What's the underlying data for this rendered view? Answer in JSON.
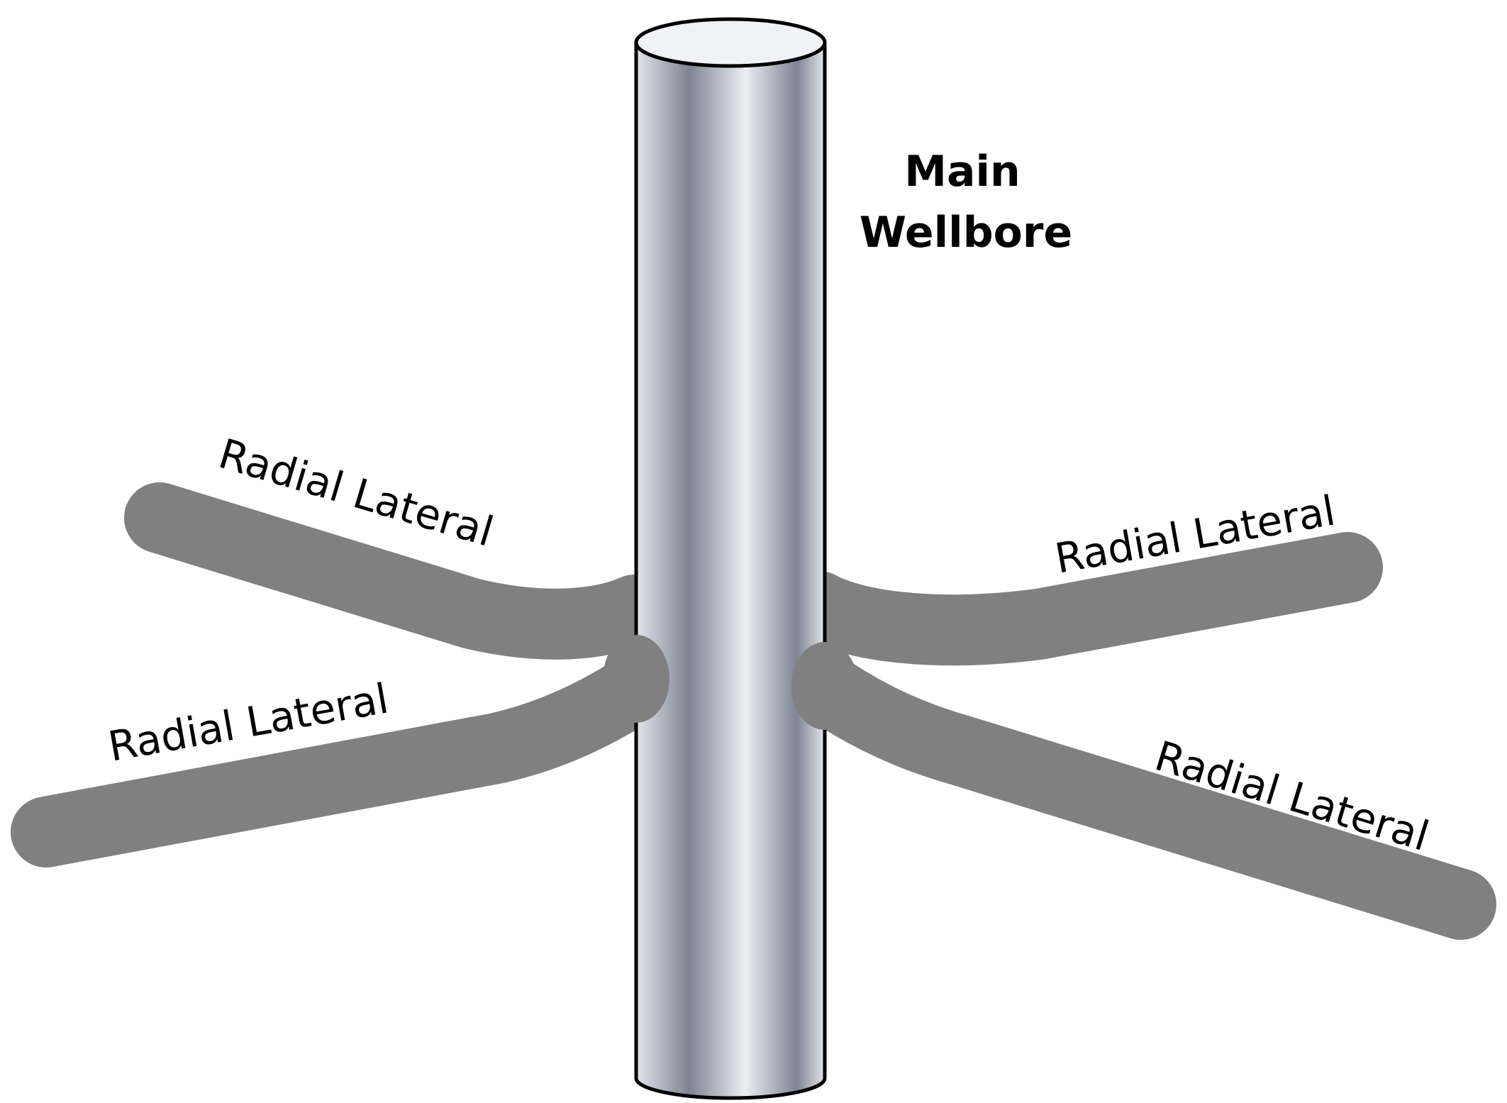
{
  "diagram": {
    "main_label_line1": "Main",
    "main_label_line2": "Wellbore",
    "laterals": [
      {
        "label": "Radial Lateral"
      },
      {
        "label": "Radial Lateral"
      },
      {
        "label": "Radial Lateral"
      },
      {
        "label": "Radial Lateral"
      }
    ]
  },
  "colors": {
    "lateral": "#808080",
    "pipe_outline": "#000000",
    "pipe_light": "#e6e7eb",
    "pipe_dark": "#7e8494",
    "text": "#000000"
  }
}
